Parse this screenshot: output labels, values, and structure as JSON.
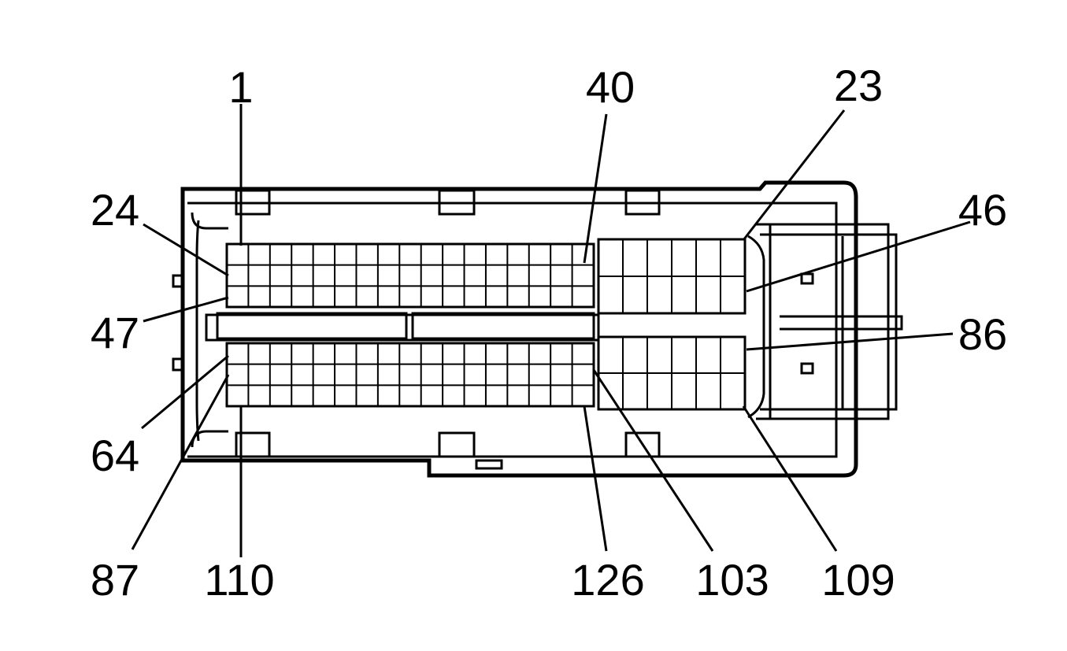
{
  "diagram": {
    "colors": {
      "line": "#000000",
      "background": "#ffffff"
    },
    "labels": {
      "p1": "1",
      "p40": "40",
      "p23": "23",
      "p24": "24",
      "p46": "46",
      "p47": "47",
      "p86": "86",
      "p64": "64",
      "p87": "87",
      "p110": "110",
      "p126": "126",
      "p103": "103",
      "p109": "109"
    }
  }
}
